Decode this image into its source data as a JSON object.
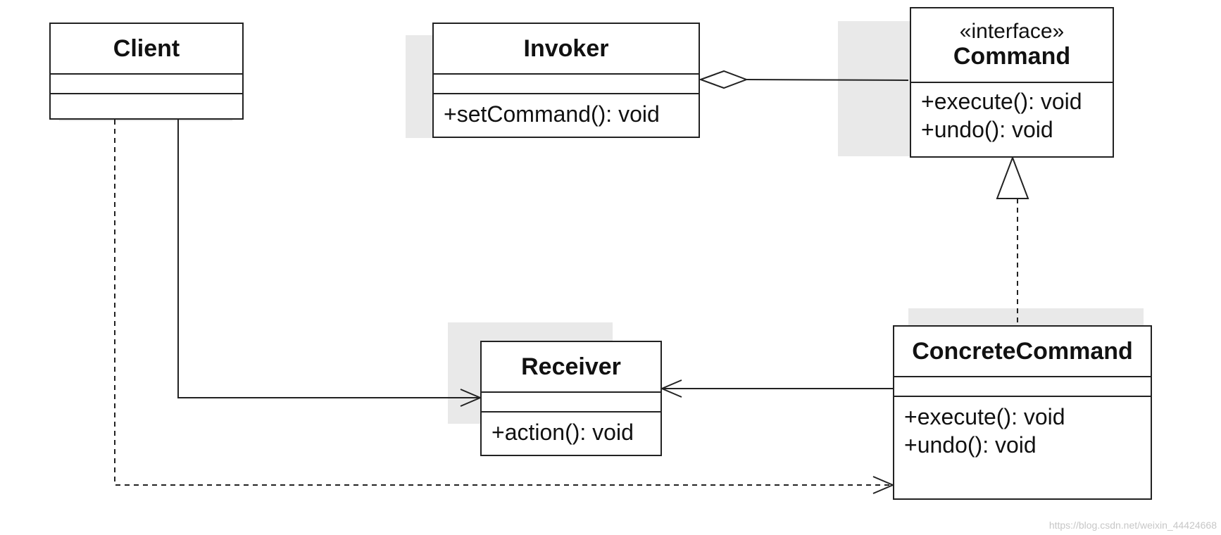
{
  "diagram": {
    "classes": {
      "client": {
        "name": "Client",
        "operations": []
      },
      "invoker": {
        "name": "Invoker",
        "operations": [
          "+setCommand(): void"
        ]
      },
      "command": {
        "stereotype": "«interface»",
        "name": "Command",
        "operations": [
          "+execute(): void",
          "+undo(): void"
        ]
      },
      "receiver": {
        "name": "Receiver",
        "operations": [
          "+action(): void"
        ]
      },
      "concrete_command": {
        "name": "ConcreteCommand",
        "operations": [
          "+execute(): void",
          "+undo(): void"
        ]
      }
    },
    "relationships": [
      {
        "from": "Invoker",
        "to": "Command",
        "kind": "aggregation"
      },
      {
        "from": "ConcreteCommand",
        "to": "Command",
        "kind": "realization"
      },
      {
        "from": "ConcreteCommand",
        "to": "Receiver",
        "kind": "association"
      },
      {
        "from": "Client",
        "to": "Receiver",
        "kind": "association"
      },
      {
        "from": "Client",
        "to": "ConcreteCommand",
        "kind": "dependency"
      }
    ]
  },
  "watermark": "https://blog.csdn.net/weixin_44424668"
}
